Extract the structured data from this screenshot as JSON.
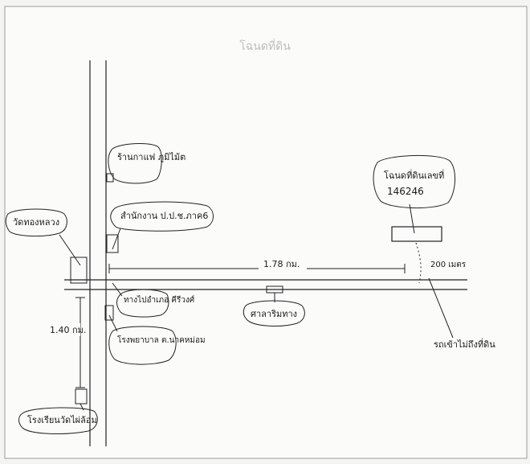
{
  "header": {
    "faint_title": "โฉนดที่ดิน"
  },
  "landmarks": {
    "coffee_shop": "ร้านกาแฟ\nภูมิไม้ต",
    "irrigation_office": "สำนักงาน ป.ป.ช.ภาค6",
    "wat_thong": "วัดทองหลวง",
    "district_office": "ทางไปอำเภอ\nคีรีวงศ์",
    "health_center": "โรงพยาบาล\nต.นาคหม่อม",
    "school": "โรงเรียนวัดไผ่ล้อม",
    "bus_stop": "ศาลาริมทาง",
    "parcel": {
      "line1": "โฉนดที่ดินเลขที่",
      "line2": "146246"
    },
    "entrance": "รถเข้าไม่ถึงที่ดิน"
  },
  "distances": {
    "horizontal": "1.78 กม.",
    "vertical": "1.40 กม.",
    "to_land": "200 เมตร"
  },
  "colors": {
    "ink": "#1a1a1a",
    "paper": "#f4f4f2",
    "faint": "#bdbdbd"
  }
}
